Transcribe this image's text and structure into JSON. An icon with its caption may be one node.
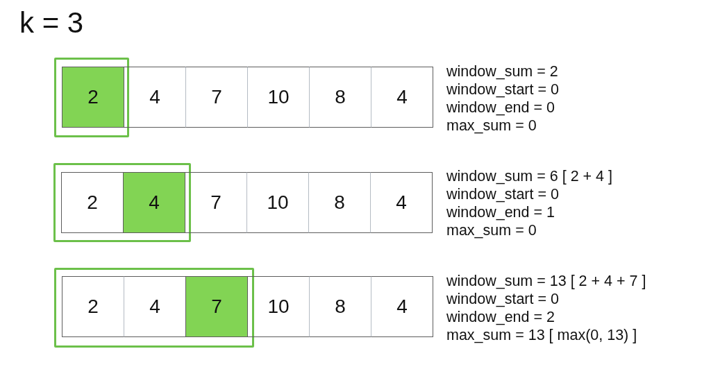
{
  "diagram": {
    "title": "k = 3",
    "nodes": [
      {
        "text": [],
        "shape": "box"
      },
      {
        "text": [
          "2"
        ],
        "in": 0
      },
      {
        "text": [
          "4"
        ]
      },
      {
        "text": [
          "7"
        ]
      },
      {
        "text": [
          "10"
        ]
      },
      {
        "text": [
          "8"
        ]
      },
      {
        "text": [
          "4"
        ]
      },
      {
        "text": [],
        "shape": "box"
      },
      {
        "text": [
          "2"
        ],
        "in": 7
      },
      {
        "text": [
          "4"
        ],
        "in": 7
      },
      {
        "text": [
          "7"
        ]
      },
      {
        "text": [
          "10"
        ]
      },
      {
        "text": [
          "8"
        ]
      },
      {
        "text": [
          "4"
        ]
      },
      {
        "text": [],
        "shape": "box"
      },
      {
        "text": [
          "2"
        ],
        "in": 14
      },
      {
        "text": [
          "4"
        ],
        "in": 14
      },
      {
        "text": [
          "7"
        ],
        "in": 14
      },
      {
        "text": [
          "10"
        ]
      },
      {
        "text": [
          "8"
        ]
      },
      {
        "text": [
          "4"
        ]
      }
    ],
    "labels": [
      "window_sum = 2",
      "window_start = 0",
      "window_end = 0",
      "max_sum = 0",
      "window_sum = 6 [ 2 + 4 ]",
      "window_start = 0",
      "window_end = 1",
      "max_sum = 0",
      "window_sum = 13 [ 2 + 4 + 7 ]",
      "window_start = 0",
      "window_end = 2",
      "max_sum = 13 [ max(0, 13) ]"
    ]
  }
}
